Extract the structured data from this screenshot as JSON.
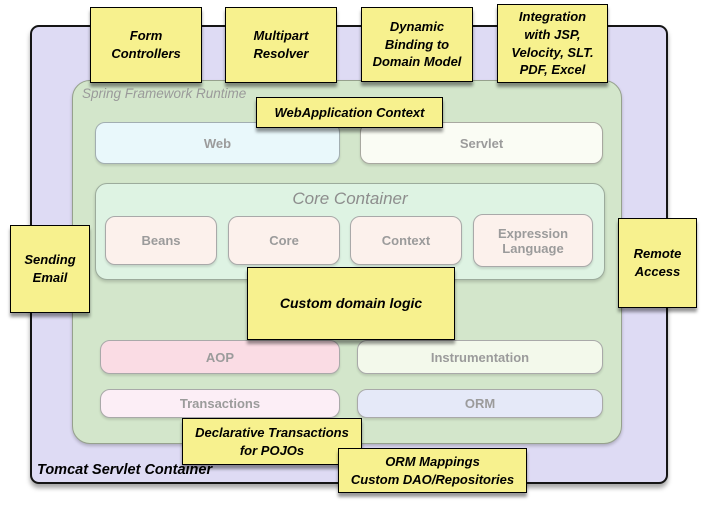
{
  "outer": {
    "label": "Tomcat Servlet Container"
  },
  "runtime": {
    "label": "Spring Framework Runtime"
  },
  "boxes": {
    "web": "Web",
    "servlet": "Servlet",
    "aop": "AOP",
    "instrumentation": "Instrumentation",
    "transactions": "Transactions",
    "orm": "ORM"
  },
  "core": {
    "title": "Core Container",
    "modules": [
      {
        "label": "Beans"
      },
      {
        "label": "Core"
      },
      {
        "label": "Context"
      },
      {
        "label": "Expression\nLanguage"
      }
    ]
  },
  "notes": [
    {
      "id": "form-controllers",
      "text": "Form\nControllers"
    },
    {
      "id": "multipart-resolver",
      "text": "Multipart\nResolver"
    },
    {
      "id": "dynamic-binding",
      "text": "Dynamic\nBinding to\nDomain Model"
    },
    {
      "id": "integration-views",
      "text": "Integration\nwith JSP,\nVelocity, SLT.\nPDF, Excel"
    },
    {
      "id": "webapplication-context",
      "text": "WebApplication Context"
    },
    {
      "id": "sending-email",
      "text": "Sending\nEmail"
    },
    {
      "id": "remote-access",
      "text": "Remote\nAccess"
    },
    {
      "id": "custom-domain-logic",
      "text": "Custom domain logic"
    },
    {
      "id": "declarative-transactions",
      "text": "Declarative Transactions\nfor POJOs"
    },
    {
      "id": "orm-mappings",
      "text": "ORM Mappings\nCustom DAO/Repositories"
    }
  ],
  "colors": {
    "note_yellow": "#f7f18e",
    "outer_lavender": "#dedbf4",
    "runtime_green": "#d3e6cb",
    "core_mint": "#def3e3",
    "web_cyan": "#e9f8fb",
    "servlet_offwhite": "#fafcf4",
    "core_module_pink": "#fcf1ec",
    "aop_pink": "#fadce4",
    "instrumentation_pale_green": "#f3f9eb",
    "transactions_pale_pink": "#fceef6",
    "orm_periwinkle": "#e5e9f8",
    "label_gray": "#9b9b9b"
  }
}
